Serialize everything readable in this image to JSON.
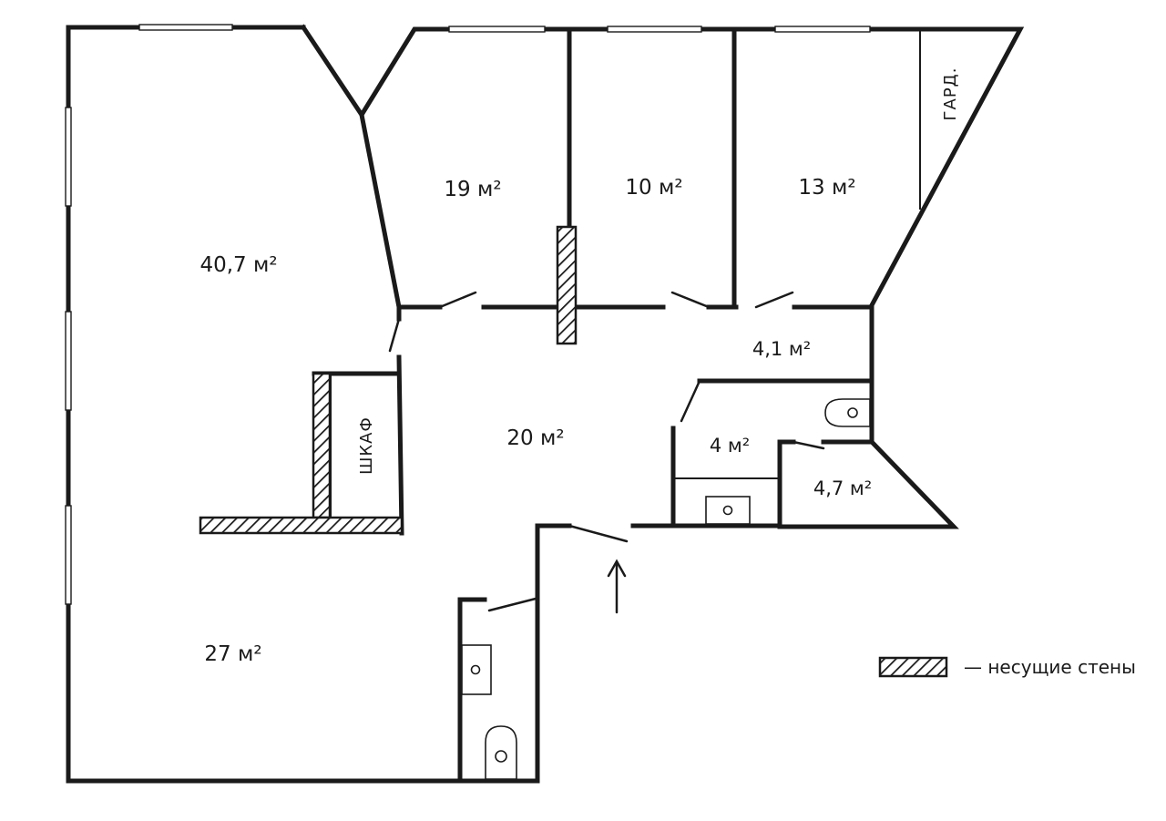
{
  "rooms": {
    "room_a": "40,7 м²",
    "room_b": "19 м²",
    "room_c": "10 м²",
    "room_d": "13 м²",
    "hall_small": "4,1 м²",
    "hall": "20 м²",
    "bath_a": "4 м²",
    "bath_b": "4,7 м²",
    "room_e": "27 м²"
  },
  "labels": {
    "wardrobe": "ГАРД.",
    "closet": "ШКАФ"
  },
  "legend": {
    "text": "— несущие стены"
  },
  "colors": {
    "ink": "#1a1a1a",
    "background": "#ffffff"
  }
}
